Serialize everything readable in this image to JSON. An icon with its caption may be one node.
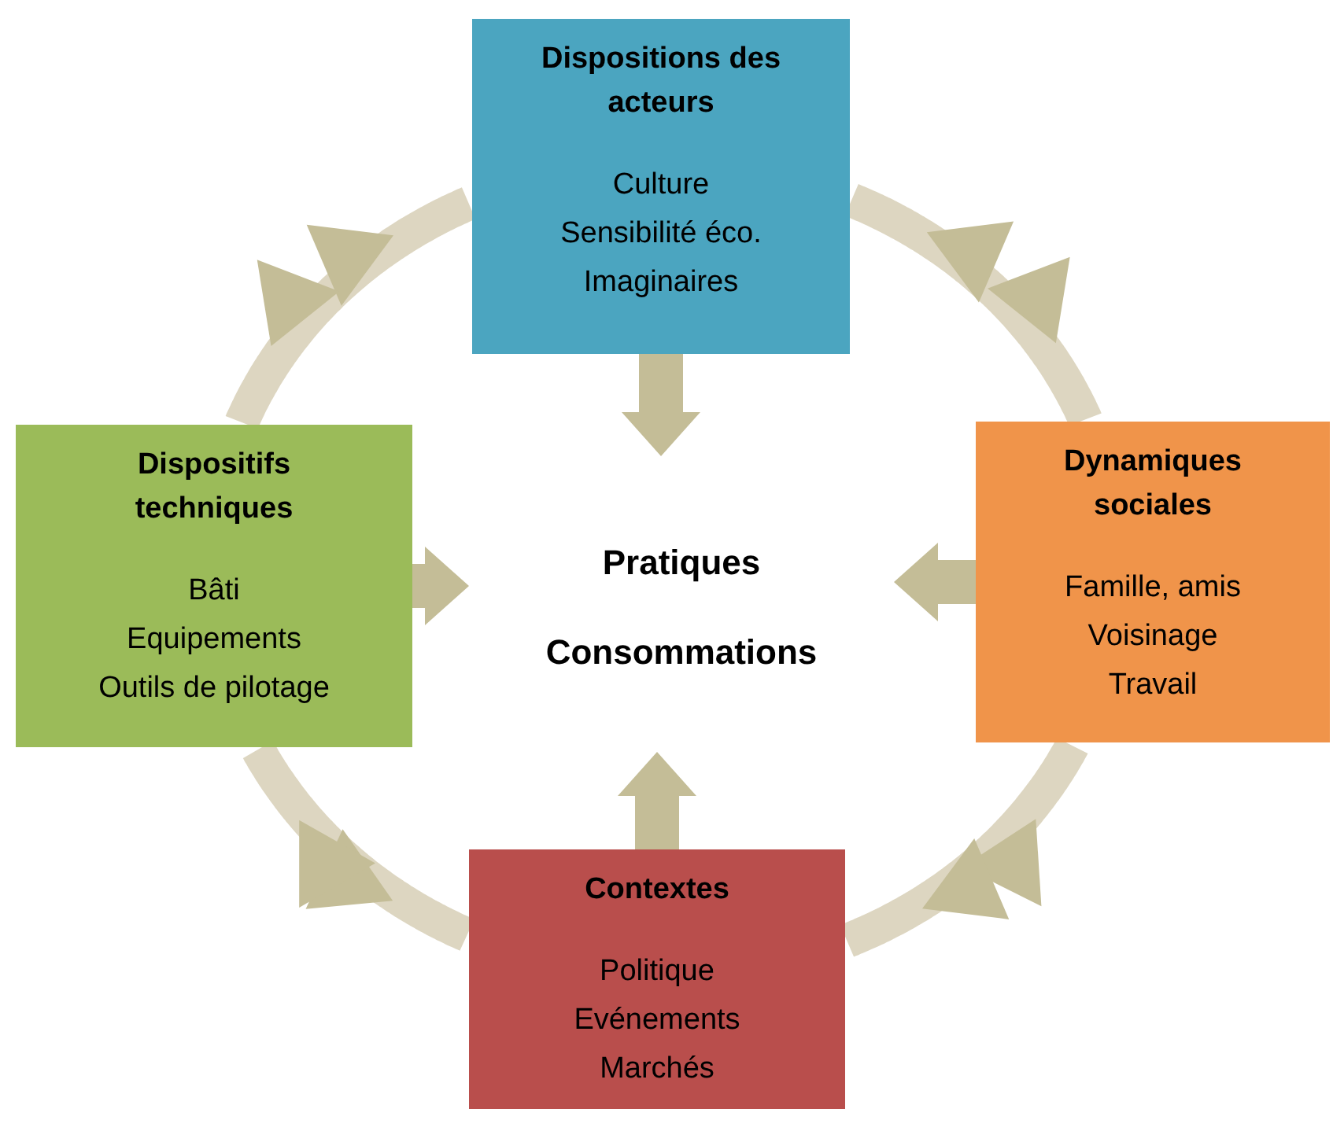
{
  "diagram": {
    "nodes": [
      {
        "text": [
          "Dispositions des acteurs",
          "Culture",
          "Sensibilité éco.",
          "Imaginaires"
        ]
      },
      {
        "text": [
          "Dispositifs techniques",
          "Bâti",
          "Equipements",
          "Outils de pilotage"
        ]
      },
      {
        "text": [
          "Dynamiques sociales",
          "Famille, amis",
          "Voisinage",
          "Travail"
        ]
      },
      {
        "text": [
          "Contextes",
          "Politique",
          "Evénements",
          "Marchés"
        ]
      },
      {
        "text": [
          "Pratiques",
          "Consommations"
        ]
      }
    ],
    "edges": [
      {
        "from": 0,
        "to": 1,
        "arrow": "both"
      },
      {
        "from": 0,
        "to": 2,
        "arrow": "both"
      },
      {
        "from": 2,
        "to": 3,
        "arrow": "both"
      },
      {
        "from": 3,
        "to": 1,
        "arrow": "both"
      },
      {
        "from": 0,
        "to": 4,
        "arrow": "to"
      },
      {
        "from": 1,
        "to": 4,
        "arrow": "to"
      },
      {
        "from": 2,
        "to": 4,
        "arrow": "to"
      },
      {
        "from": 3,
        "to": 4,
        "arrow": "to"
      }
    ]
  }
}
